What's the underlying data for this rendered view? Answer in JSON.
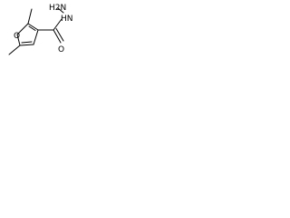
{
  "molecule": {
    "atoms": {
      "ring_oxygen": "O",
      "carbonyl_oxygen": "O",
      "hydrazide_group": "HN",
      "amine_group": "H2N"
    }
  },
  "colors": {
    "background": "#ffffff",
    "ink": "#000000"
  }
}
